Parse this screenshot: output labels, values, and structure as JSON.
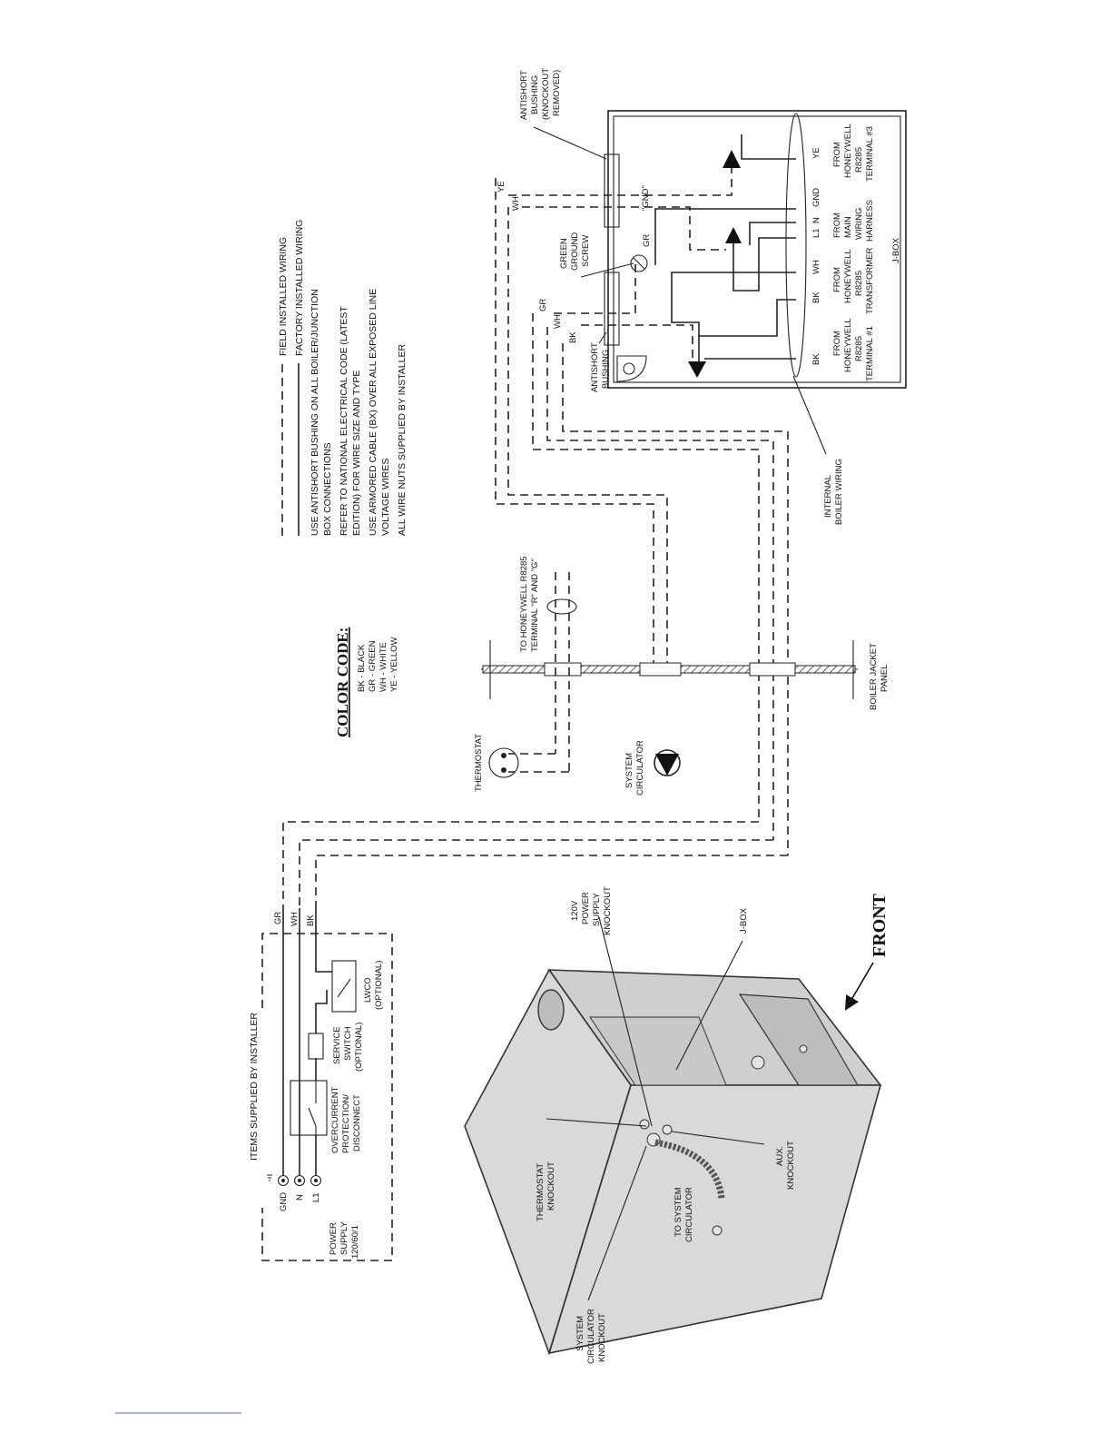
{
  "legend": {
    "field_installed": "FIELD INSTALLED WIRING",
    "factory_installed": "FACTORY INSTALLED WIRING",
    "notes": [
      "USE ANTISHORT BUSHING ON ALL BOILER/JUNCTION",
      "BOX CONNECTIONS",
      "REFER TO NATIONAL ELECTRICAL CODE (LATEST",
      "EDITION) FOR WIRE SIZE AND TYPE",
      "USE ARMORED CABLE (BX) OVER ALL EXPOSED LINE",
      "VOLTAGE WIRES",
      "ALL WIRE NUTS SUPPLIED BY INSTALLER"
    ]
  },
  "color_code": {
    "title": "COLOR CODE:",
    "items": [
      "BK - BLACK",
      "GR - GREEN",
      "WH - WHITE",
      "YE - YELLOW"
    ]
  },
  "jbox": {
    "title": "J-BOX",
    "antishort_knockout_l1": "ANTISHORT",
    "antishort_knockout_l2": "BUSHING",
    "antishort_knockout_l3": "(KNOCKOUT",
    "antishort_knockout_l4": "REMOVED)",
    "antishort_l1": "ANTISHORT",
    "antishort_l2": "BUSHING",
    "ground_l1": "GREEN",
    "ground_l2": "GROUND",
    "ground_l3": "SCREW",
    "gnd_quote": "\"GND\"",
    "wire_labels": {
      "ye": "YE",
      "wh": "WH",
      "gr": "GR",
      "bk": "BK"
    },
    "terminals": {
      "ye": "YE",
      "gnd": "GND",
      "n": "N",
      "l1": "L1",
      "wh": "WH",
      "bk1": "BK",
      "bk2": "BK"
    },
    "from1_l1": "FROM",
    "from1_l2": "HONEYWELL",
    "from1_l3": "R8285",
    "from1_l4": "TERMINAL #3",
    "from2_l1": "FROM",
    "from2_l2": "MAIN",
    "from2_l3": "WIRING",
    "from2_l4": "HARNESS",
    "from3_l1": "FROM",
    "from3_l2": "HONEYWELL",
    "from3_l3": "R8285",
    "from3_l4": "TRANSFORMER",
    "from4_l1": "FROM",
    "from4_l2": "HONEYWELL",
    "from4_l3": "R8285",
    "from4_l4": "TERMINAL #1",
    "internal_l1": "INTERNAL",
    "internal_l2": "BOILER WIRING"
  },
  "panel": {
    "honeywell_l1": "TO HONEYWELL R8285",
    "honeywell_l2": "TERMINAL \"R\" AND \"G\"",
    "jacket_l1": "BOILER JACKET",
    "jacket_l2": "PANEL",
    "thermostat": "THERMOSTAT",
    "circulator_l1": "SYSTEM",
    "circulator_l2": "CIRCULATOR"
  },
  "supply": {
    "title": "ITEMS SUPPLIED BY INSTALLER",
    "power_l1": "POWER",
    "power_l2": "SUPPLY",
    "power_l3": "120/60/1",
    "gnd": "GND",
    "n": "N",
    "l1": "L1",
    "overcurrent_l1": "OVERCURRENT",
    "overcurrent_l2": "PROTECTION/",
    "overcurrent_l3": "DISCONNECT",
    "service_l1": "SERVICE",
    "service_l2": "SWITCH",
    "service_l3": "(OPTIONAL)",
    "lwco_l1": "LWCO",
    "lwco_l2": "(OPTIONAL)",
    "wire_gr": "GR",
    "wire_wh": "WH",
    "wire_bk": "BK"
  },
  "boiler": {
    "power_ko_l1": "120V",
    "power_ko_l2": "POWER",
    "power_ko_l3": "SUPPLY",
    "power_ko_l4": "KNOCKOUT",
    "jbox": "J-BOX",
    "front": "FRONT",
    "thermo_ko_l1": "THERMOSTAT",
    "thermo_ko_l2": "KNOCKOUT",
    "to_circ_l1": "TO SYSTEM",
    "to_circ_l2": "CIRCULATOR",
    "aux_l1": "AUX.",
    "aux_l2": "KNOCKOUT",
    "sys_ko_l1": "SYSTEM",
    "sys_ko_l2": "CIRCULATOR",
    "sys_ko_l3": "KNOCKOUT"
  }
}
